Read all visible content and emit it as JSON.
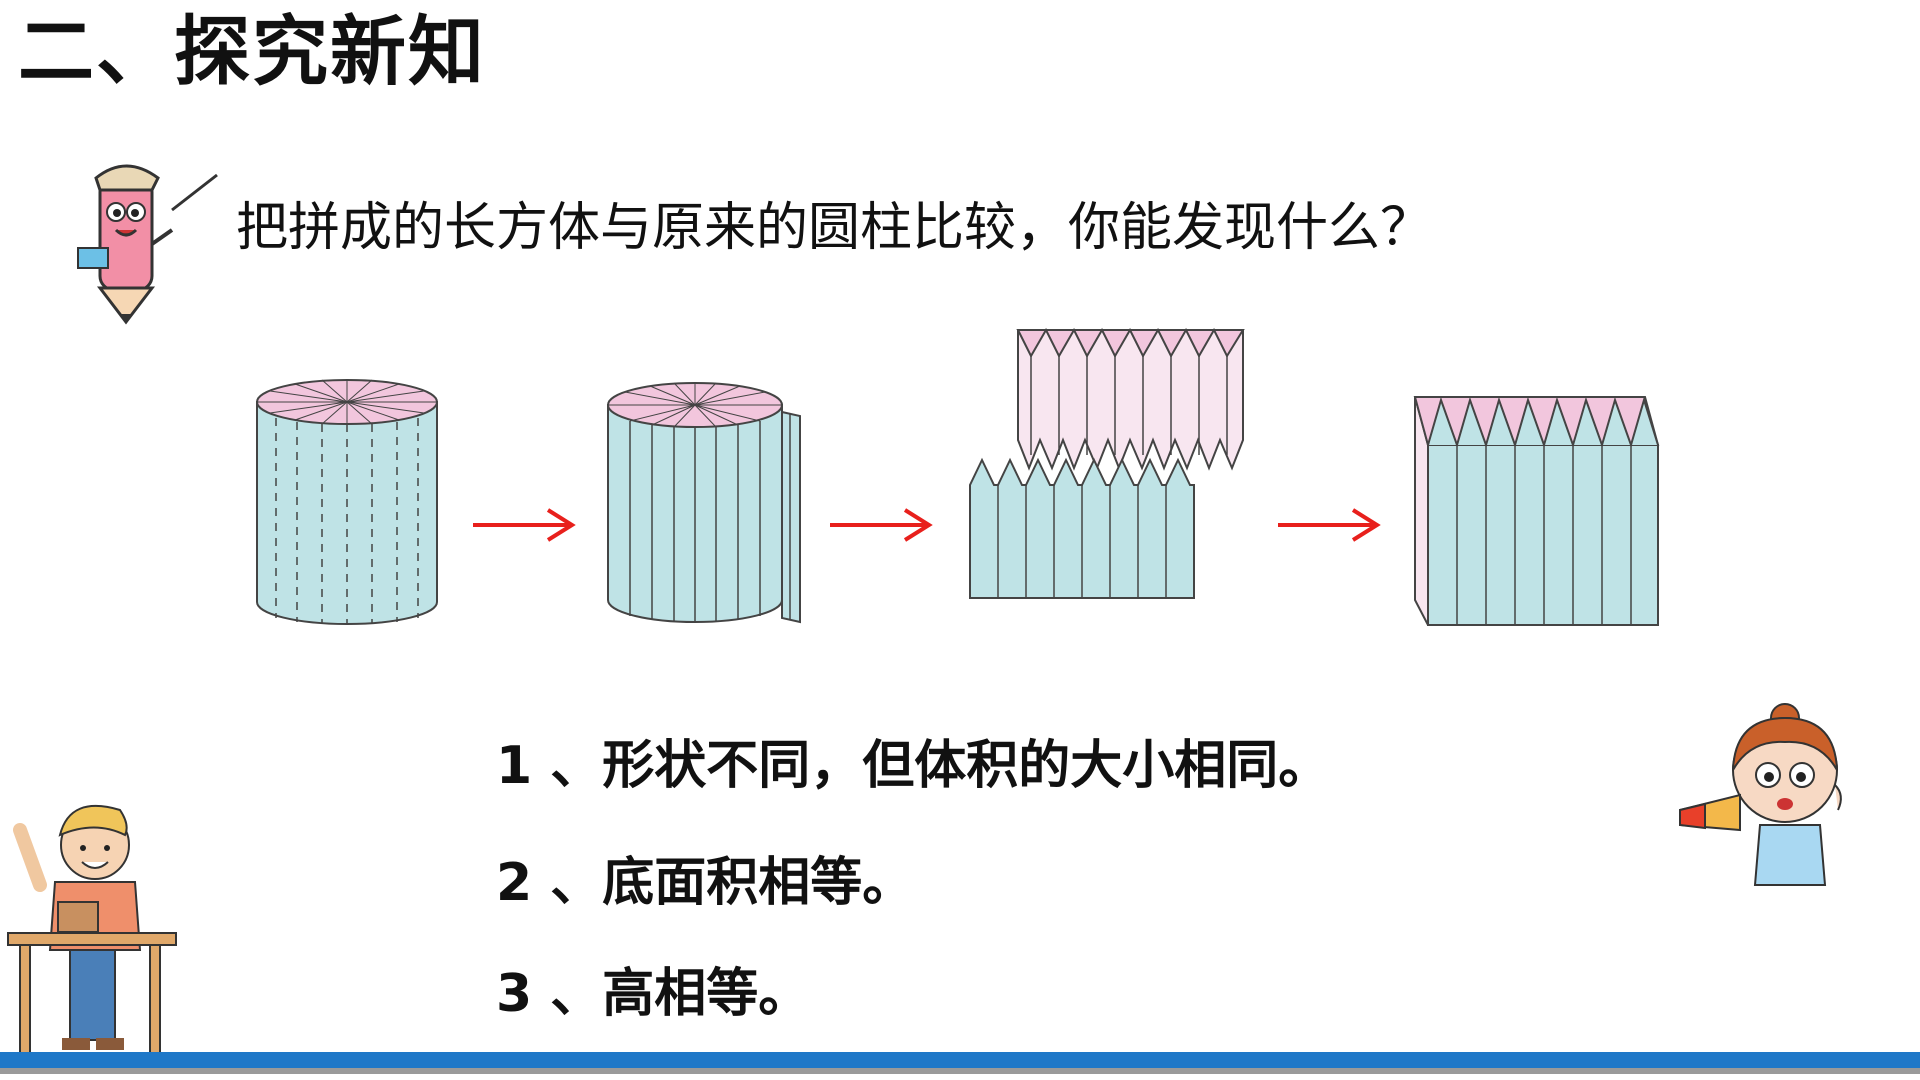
{
  "slide": {
    "title": "二、探究新知",
    "question": "把拼成的长方体与原来的圆柱比较，你能发现什么？",
    "conclusions": [
      "1 、形状不同，但体积的大小相同。",
      "2 、底面积相等。",
      "3 、高相等。"
    ]
  },
  "colors": {
    "side": "#bfe3e6",
    "top": "#f2c6dd",
    "arrow": "#e8201c",
    "bar": "#1f78c8"
  }
}
